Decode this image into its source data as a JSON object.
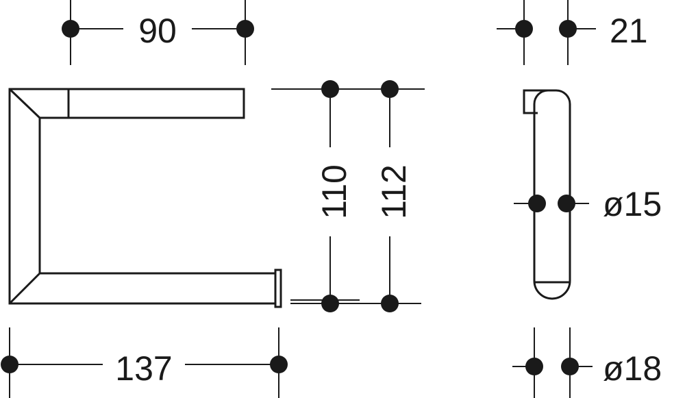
{
  "dimensions": {
    "top_width": "90",
    "thickness": "21",
    "height_inner": "110",
    "height_outer": "112",
    "tube_diameter": "ø15",
    "bottom_width": "137",
    "end_diameter": "ø18"
  },
  "colors": {
    "ink": "#1a1a1a",
    "background": "#ffffff"
  }
}
